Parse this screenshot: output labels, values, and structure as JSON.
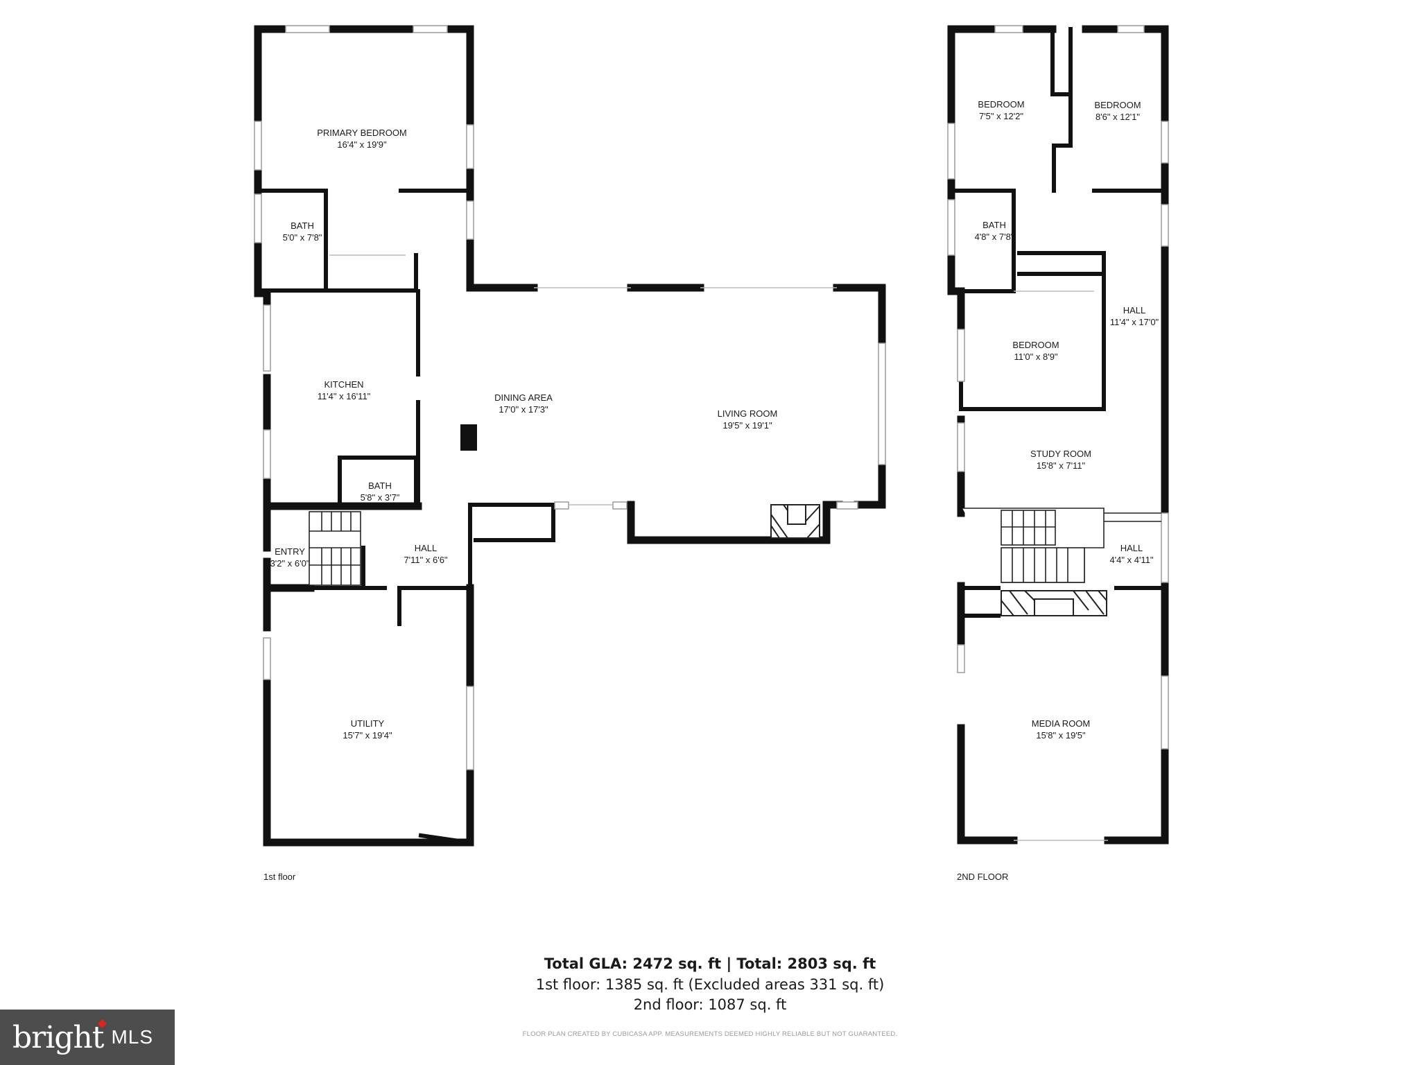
{
  "floors": [
    {
      "label": "1st floor",
      "rooms": [
        {
          "id": "primary-bedroom",
          "name": "PRIMARY BEDROOM",
          "dims": "16'4\" x 19'9\""
        },
        {
          "id": "bath-1a",
          "name": "BATH",
          "dims": "5'0\" x 7'8\""
        },
        {
          "id": "kitchen",
          "name": "KITCHEN",
          "dims": "11'4\" x 16'11\""
        },
        {
          "id": "dining-area",
          "name": "DINING AREA",
          "dims": "17'0\" x 17'3\""
        },
        {
          "id": "living-room",
          "name": "LIVING ROOM",
          "dims": "19'5\" x 19'1\""
        },
        {
          "id": "bath-1b",
          "name": "BATH",
          "dims": "5'8\" x 3'7\""
        },
        {
          "id": "entry",
          "name": "ENTRY",
          "dims": "3'2\" x 6'0\""
        },
        {
          "id": "hall-1",
          "name": "HALL",
          "dims": "7'11\" x 6'6\""
        },
        {
          "id": "utility",
          "name": "UTILITY",
          "dims": "15'7\" x 19'4\""
        }
      ]
    },
    {
      "label": "2ND FLOOR",
      "rooms": [
        {
          "id": "bedroom-2a",
          "name": "BEDROOM",
          "dims": "7'5\" x 12'2\""
        },
        {
          "id": "bedroom-2b",
          "name": "BEDROOM",
          "dims": "8'6\" x 12'1\""
        },
        {
          "id": "bath-2",
          "name": "BATH",
          "dims": "4'8\" x 7'8\""
        },
        {
          "id": "hall-2a",
          "name": "HALL",
          "dims": "11'4\" x 17'0\""
        },
        {
          "id": "bedroom-2c",
          "name": "BEDROOM",
          "dims": "11'0\" x 8'9\""
        },
        {
          "id": "study-room",
          "name": "STUDY ROOM",
          "dims": "15'8\" x 7'11\""
        },
        {
          "id": "hall-2b",
          "name": "HALL",
          "dims": "4'4\" x 4'11\""
        },
        {
          "id": "media-room",
          "name": "MEDIA ROOM",
          "dims": "15'8\" x 19'5\""
        }
      ]
    }
  ],
  "summary": {
    "total": "Total GLA: 2472 sq. ft | Total: 2803 sq. ft",
    "first_floor": "1st floor: 1385 sq. ft (Excluded areas 331 sq. ft)",
    "second_floor": "2nd floor: 1087 sq. ft"
  },
  "disclaimer": "FLOOR PLAN CREATED BY CUBICASA APP. MEASUREMENTS DEEMED HIGHLY RELIABLE BUT NOT GUARANTEED.",
  "logo": {
    "brand": "bright",
    "suffix": "MLS",
    "accent_color": "#e2231a",
    "background": "#4d4d4d"
  }
}
